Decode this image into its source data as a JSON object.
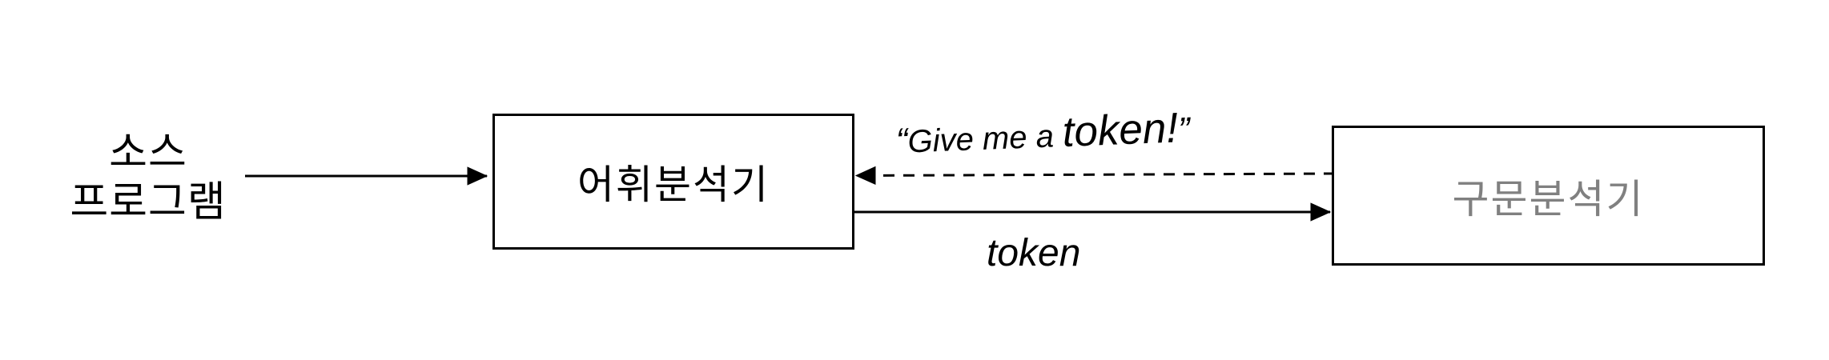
{
  "diagram": {
    "title": "lexical-analyzer-parser-interaction",
    "background_color": "#ffffff",
    "nodes": {
      "source": {
        "line1": "소스",
        "line2": "프로그램",
        "color": "#000000"
      },
      "lexer": {
        "label": "어휘분석기",
        "color": "#000000",
        "border_color": "#000000",
        "fill": "#ffffff"
      },
      "parser": {
        "label": "구문분석기",
        "color": "#808080",
        "border_color": "#000000",
        "fill": "#ffffff"
      }
    },
    "edges": {
      "source_to_lexer": {
        "label": "",
        "style": "solid",
        "direction": "right",
        "color": "#000000"
      },
      "parser_to_lexer": {
        "label_open_quote": "“",
        "label_small": "Give me a ",
        "label_big": "token!",
        "label_close_quote": "”",
        "style": "dashed",
        "direction": "left",
        "color": "#000000"
      },
      "lexer_to_parser": {
        "label": "token",
        "style": "solid",
        "direction": "right",
        "color": "#000000"
      }
    }
  }
}
